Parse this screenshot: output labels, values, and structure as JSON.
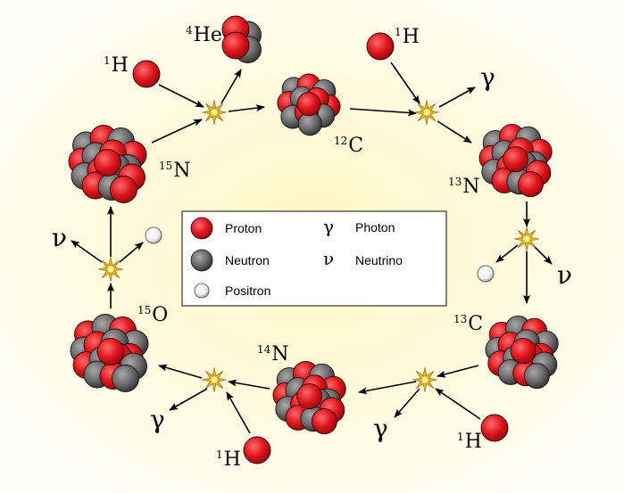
{
  "colors": {
    "proton": "#e0141c",
    "proton_dark": "#8f0a0f",
    "neutron": "#6e6e6e",
    "neutron_dark": "#2e2e2e",
    "positron": "#f4f4f4",
    "flash_outer": "#e8b020",
    "flash_inner": "#fff3a0",
    "background_center": "#fff7cf",
    "background_edge": "#fffdf6"
  },
  "nuclei": {
    "he4": {
      "mass": "4",
      "symbol": "He"
    },
    "c12": {
      "mass": "12",
      "symbol": "C"
    },
    "n13": {
      "mass": "13",
      "symbol": "N"
    },
    "c13": {
      "mass": "13",
      "symbol": "C"
    },
    "n14": {
      "mass": "14",
      "symbol": "N"
    },
    "o15": {
      "mass": "15",
      "symbol": "O"
    },
    "n15": {
      "mass": "15",
      "symbol": "N"
    }
  },
  "protons_in": {
    "h1_top_left": {
      "mass": "1",
      "symbol": "H"
    },
    "h1_top_right": {
      "mass": "1",
      "symbol": "H"
    },
    "h1_bottom_right": {
      "mass": "1",
      "symbol": "H"
    },
    "h1_bottom_left": {
      "mass": "1",
      "symbol": "H"
    }
  },
  "symbols": {
    "gamma": "γ",
    "nu": "ν"
  },
  "legend": {
    "proton": "Proton",
    "neutron": "Neutron",
    "positron": "Positron",
    "photon": "Photon",
    "neutrino": "Neutrino",
    "photon_symbol": "γ",
    "neutrino_symbol": "ν"
  }
}
